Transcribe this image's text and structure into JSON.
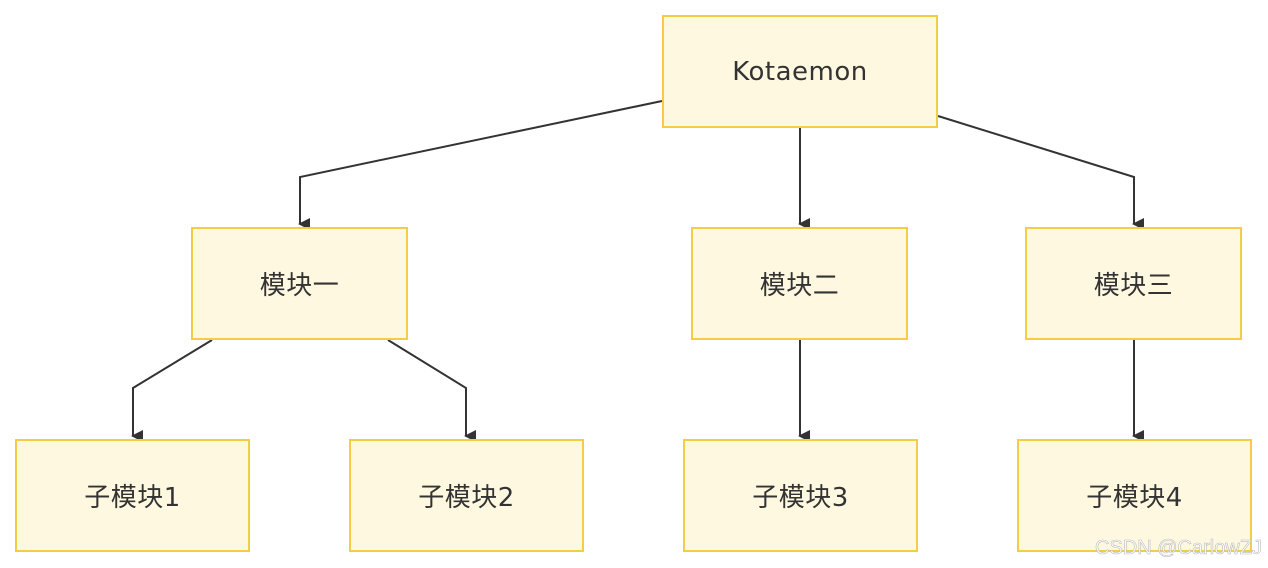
{
  "diagram": {
    "nodes": {
      "root": "Kotaemon",
      "module1": "模块一",
      "module2": "模块二",
      "module3": "模块三",
      "sub1": "子模块1",
      "sub2": "子模块2",
      "sub3": "子模块3",
      "sub4": "子模块4"
    },
    "edges": [
      [
        "root",
        "module1"
      ],
      [
        "root",
        "module2"
      ],
      [
        "root",
        "module3"
      ],
      [
        "module1",
        "sub1"
      ],
      [
        "module1",
        "sub2"
      ],
      [
        "module2",
        "sub3"
      ],
      [
        "module3",
        "sub4"
      ]
    ],
    "colors": {
      "node_fill": "#fff8e1",
      "node_border": "#f5cc45",
      "edge": "#333333",
      "text": "#333333"
    }
  },
  "watermark": "CSDN @CarlowZJ"
}
